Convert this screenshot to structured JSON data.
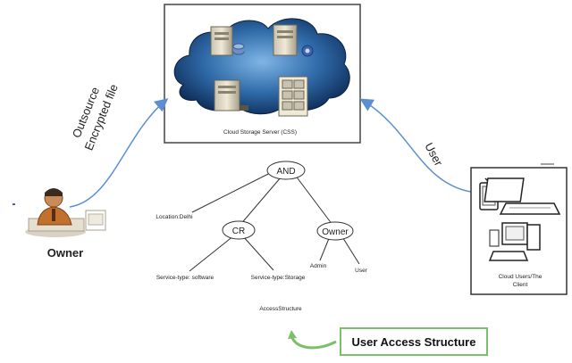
{
  "cloud": {
    "caption": "Cloud Storage Server (CSS)"
  },
  "arrows": {
    "left_label_line1": "Outsource",
    "left_label_line2": "Encrypted file",
    "right_label": "User"
  },
  "owner": {
    "label": "Owner"
  },
  "client": {
    "caption_line1": "Cloud Users/The",
    "caption_line2": "Client"
  },
  "tree": {
    "root": "AND",
    "or_node": "CR",
    "owner_node": "Owner",
    "leaf_location": "Location:Delhi",
    "leaf_software": "Service-type: software",
    "leaf_storage": "Service-type:Storage",
    "leaf_admin": "Admin",
    "leaf_user": "User",
    "caption": "AccessStructure"
  },
  "legend": {
    "label": "User Access Structure",
    "accent": "#7bbf6a"
  }
}
